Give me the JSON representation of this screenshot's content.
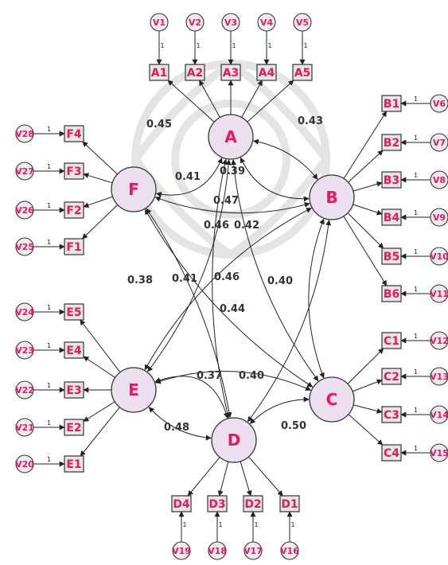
{
  "latents": [
    {
      "id": "A",
      "label": "A"
    },
    {
      "id": "B",
      "label": "B"
    },
    {
      "id": "C",
      "label": "C"
    },
    {
      "id": "D",
      "label": "D"
    },
    {
      "id": "E",
      "label": "E"
    },
    {
      "id": "F",
      "label": "F"
    }
  ],
  "indicators": [
    {
      "label": "A1",
      "factor": "A",
      "error": "V1"
    },
    {
      "label": "A2",
      "factor": "A",
      "error": "V2"
    },
    {
      "label": "A3",
      "factor": "A",
      "error": "V3"
    },
    {
      "label": "A4",
      "factor": "A",
      "error": "V4"
    },
    {
      "label": "A5",
      "factor": "A",
      "error": "V5"
    },
    {
      "label": "B1",
      "factor": "B",
      "error": "V6"
    },
    {
      "label": "B2",
      "factor": "B",
      "error": "V7"
    },
    {
      "label": "B3",
      "factor": "B",
      "error": "V8"
    },
    {
      "label": "B4",
      "factor": "B",
      "error": "V9"
    },
    {
      "label": "B5",
      "factor": "B",
      "error": "V10"
    },
    {
      "label": "B6",
      "factor": "B",
      "error": "V11"
    },
    {
      "label": "C1",
      "factor": "C",
      "error": "V12"
    },
    {
      "label": "C2",
      "factor": "C",
      "error": "V13"
    },
    {
      "label": "C3",
      "factor": "C",
      "error": "V14"
    },
    {
      "label": "C4",
      "factor": "C",
      "error": "V15"
    },
    {
      "label": "D1",
      "factor": "D",
      "error": "V16"
    },
    {
      "label": "D2",
      "factor": "D",
      "error": "V17"
    },
    {
      "label": "D3",
      "factor": "D",
      "error": "V18"
    },
    {
      "label": "D4",
      "factor": "D",
      "error": "V19"
    },
    {
      "label": "E1",
      "factor": "E",
      "error": "V20"
    },
    {
      "label": "E2",
      "factor": "E",
      "error": "V21"
    },
    {
      "label": "E3",
      "factor": "E",
      "error": "V22"
    },
    {
      "label": "E4",
      "factor": "E",
      "error": "V23"
    },
    {
      "label": "E5",
      "factor": "E",
      "error": "V24"
    },
    {
      "label": "F1",
      "factor": "F",
      "error": "V25"
    },
    {
      "label": "F2",
      "factor": "F",
      "error": "V26"
    },
    {
      "label": "F3",
      "factor": "F",
      "error": "V27"
    },
    {
      "label": "F4",
      "factor": "F",
      "error": "V28"
    }
  ],
  "fixed_loading_label": "1",
  "correlations": [
    {
      "from": "A",
      "to": "F",
      "value": "0.45"
    },
    {
      "from": "A",
      "to": "B",
      "value": "0.43"
    },
    {
      "from": "A",
      "to": "E",
      "value": "0.41"
    },
    {
      "from": "A",
      "to": "D",
      "value": "0.39"
    },
    {
      "from": "F",
      "to": "D",
      "value": "0.47"
    },
    {
      "from": "F",
      "to": "B",
      "value": "0.46"
    },
    {
      "from": "A",
      "to": "C",
      "value": "0.42"
    },
    {
      "from": "E",
      "to": "D",
      "value": "0.38"
    },
    {
      "from": "B",
      "to": "E",
      "value": "0.41"
    },
    {
      "from": "B",
      "to": "D",
      "value": "0.46"
    },
    {
      "from": "F",
      "to": "C",
      "value": "0.40"
    },
    {
      "from": "E",
      "to": "C",
      "value": "0.44"
    },
    {
      "from": "B",
      "to": "C",
      "value": "0.37"
    },
    {
      "from": "A",
      "to": "B",
      "value": "0.40"
    },
    {
      "from": "E",
      "to": "D",
      "value": "0.48"
    },
    {
      "from": "D",
      "to": "C",
      "value": "0.50"
    }
  ]
}
